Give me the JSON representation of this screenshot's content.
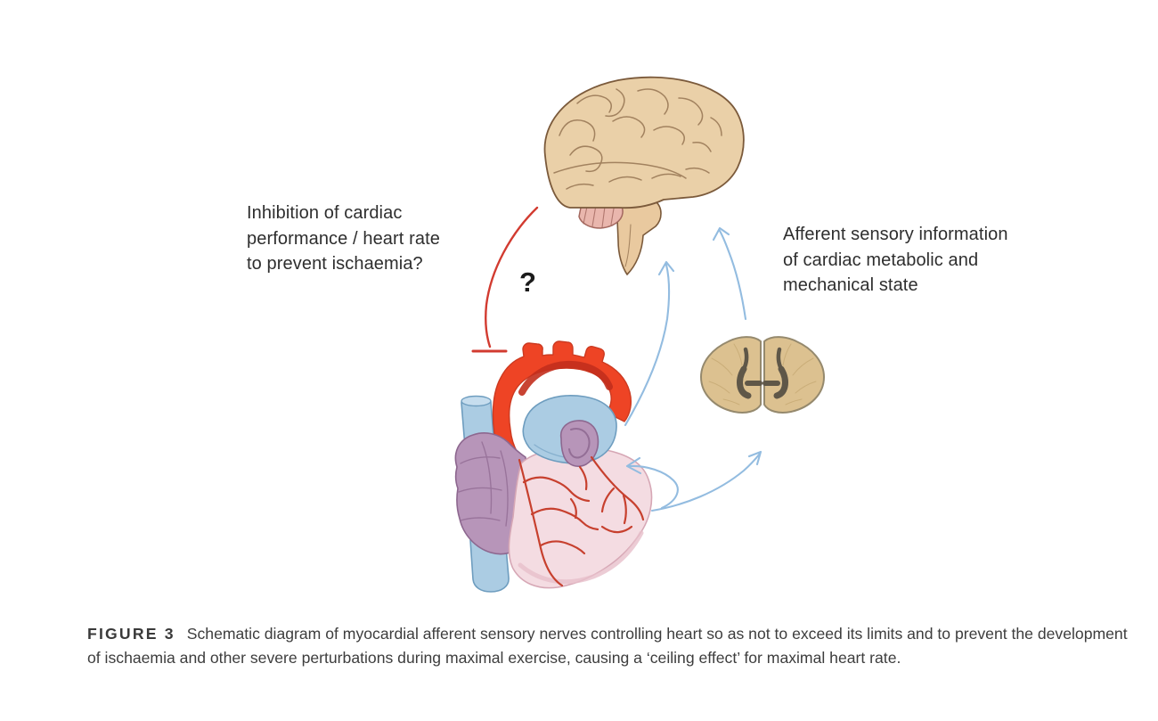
{
  "figure": {
    "labels": {
      "inhibition": "Inhibition of cardiac\nperformance / heart rate\nto prevent ischaemia?",
      "question_mark": "?",
      "afferent": "Afferent sensory information\nof cardiac metabolic and\nmechanical state"
    },
    "caption": {
      "label": "FIGURE 3",
      "text": "Schematic diagram of myocardial afferent sensory nerves controlling heart so as not to exceed its limits and to prevent the development of ischaemia and other severe perturbations during maximal exercise, causing a ‘ceiling effect’ for maximal heart rate."
    },
    "illustrations": {
      "brain": "brain-lateral-view",
      "spinal_cord": "spinal-cord-cross-section",
      "heart": "heart-anterior-view"
    },
    "colors": {
      "background": "#ffffff",
      "text": "#2e2e2e",
      "caption_text": "#3d3d3d",
      "inhibition_red": "#d23b30",
      "arrow_blue": "#93bce0",
      "brain_fill": "#ead0a8",
      "brain_outline": "#7b5a3b",
      "gyri_stroke": "#8a6847",
      "cerebellum_fill": "#e9b6ad",
      "cerebellum_outline": "#a3685f",
      "brainstem_fill": "#e9c99f",
      "cord_fill": "#dcc190",
      "cord_outline": "#95896d",
      "cord_gray_matter": "#5f5748",
      "cord_texture": "#c8ab76",
      "aorta_red": "#ee4425",
      "aorta_shadow": "#c22f1d",
      "aorta_outline": "#cc3a21",
      "vessel_blue": "#abcce3",
      "vessel_outline": "#6e9dbf",
      "vessel_opening": "#c6ddee",
      "atrium_purple": "#b795b9",
      "atrium_outline": "#8d678f",
      "ventricle_pink": "#f4dce2",
      "ventricle_outline": "#d6a7b5",
      "coronary_red": "#c7402e"
    }
  }
}
